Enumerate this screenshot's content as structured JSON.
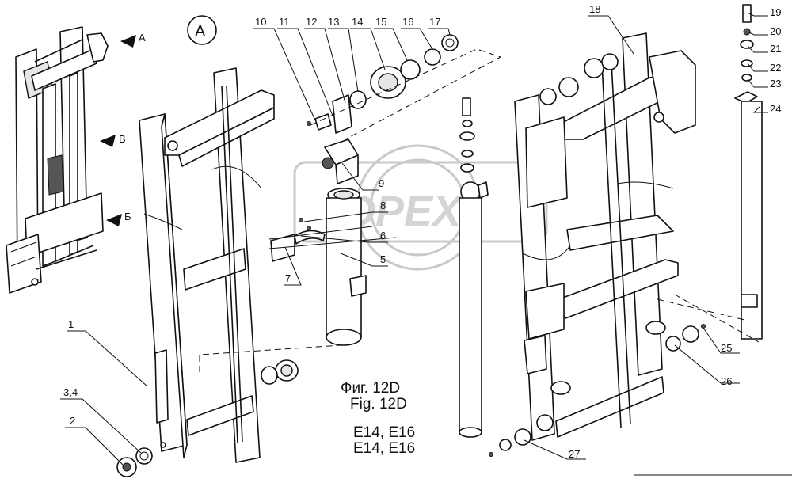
{
  "view_marker": "A",
  "overview_labels": {
    "a": "A",
    "b": "B",
    "v": "Б"
  },
  "caption": {
    "ru": "Фиг. 12D",
    "en": "Fig. 12D",
    "models_1": "E14, E16",
    "models_2": "E14, E16"
  },
  "watermark": "OPEX",
  "callouts": [
    "1",
    "2",
    "3,4",
    "5",
    "6",
    "7",
    "8",
    "9",
    "10",
    "11",
    "12",
    "13",
    "14",
    "15",
    "16",
    "17",
    "18",
    "19",
    "20",
    "21",
    "22",
    "23",
    "24",
    "25",
    "26",
    "27"
  ]
}
